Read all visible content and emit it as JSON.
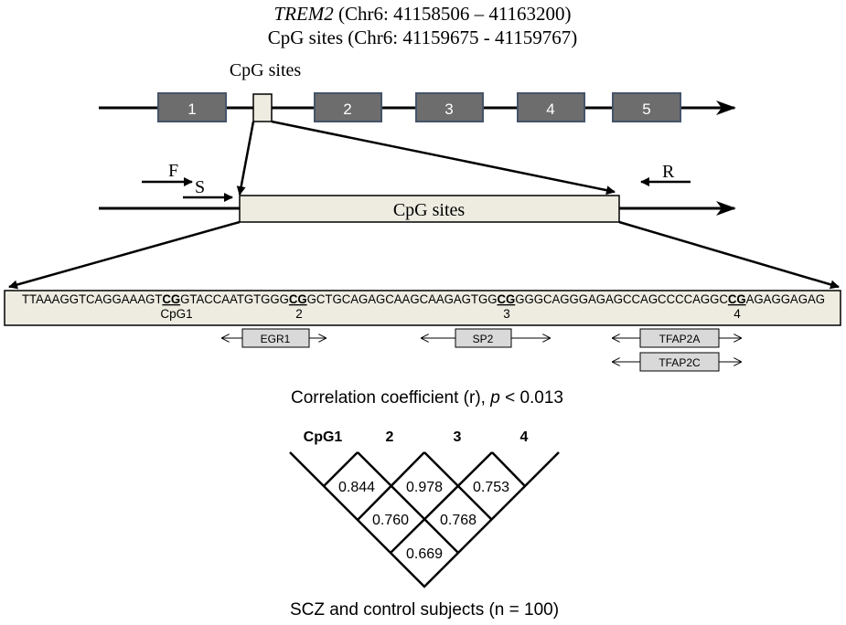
{
  "header": {
    "gene": "TREM2",
    "gene_coords": " (Chr6: 41158506 – 41163200)",
    "cpg_coords": "CpG sites (Chr6: 41159675 - 41159767)"
  },
  "gene_map": {
    "cpg_label": "CpG sites",
    "exons": [
      "1",
      "2",
      "3",
      "4",
      "5"
    ]
  },
  "primer_map": {
    "forward": "F",
    "sequencing": "S",
    "reverse": "R",
    "region_label": "CpG sites"
  },
  "sequence": {
    "segments": [
      {
        "text": "TTAAAGGTCAGGAAAGT",
        "cpg": false
      },
      {
        "text": "CG",
        "cpg": true
      },
      {
        "text": "GTACCAATGTGGG",
        "cpg": false
      },
      {
        "text": "CG",
        "cpg": true
      },
      {
        "text": "GCTGCAGAGCAAGCAAGAGTGG",
        "cpg": false
      },
      {
        "text": "CG",
        "cpg": true
      },
      {
        "text": "GGGCAGGGAGAGCCAGCCCCAGGC",
        "cpg": false
      },
      {
        "text": "CG",
        "cpg": true
      },
      {
        "text": "AGAGGAGAG",
        "cpg": false
      }
    ],
    "site_labels": [
      "CpG1",
      "2",
      "3",
      "4"
    ]
  },
  "binding_sites": [
    "EGR1",
    "SP2",
    "TFAP2A",
    "TFAP2C"
  ],
  "correlation": {
    "title_prefix": "Correlation coefficient (r), ",
    "title_p": "p",
    "title_suffix": " < 0.013",
    "column_labels": [
      "CpG1",
      "2",
      "3",
      "4"
    ],
    "cells": [
      {
        "pair": [
          "CpG1",
          "2"
        ],
        "r": "0.844"
      },
      {
        "pair": [
          "2",
          "3"
        ],
        "r": "0.978"
      },
      {
        "pair": [
          "3",
          "4"
        ],
        "r": "0.753"
      },
      {
        "pair": [
          "CpG1",
          "3"
        ],
        "r": "0.760"
      },
      {
        "pair": [
          "2",
          "4"
        ],
        "r": "0.768"
      },
      {
        "pair": [
          "CpG1",
          "4"
        ],
        "r": "0.669"
      }
    ],
    "footer": "SCZ and control subjects (n = 100)"
  },
  "colors": {
    "exon_fill": "#6d6d6d",
    "exon_stroke": "#44546a",
    "region_fill": "#eeece1",
    "tf_box_fill": "#d9d9d9",
    "line": "#000000"
  }
}
